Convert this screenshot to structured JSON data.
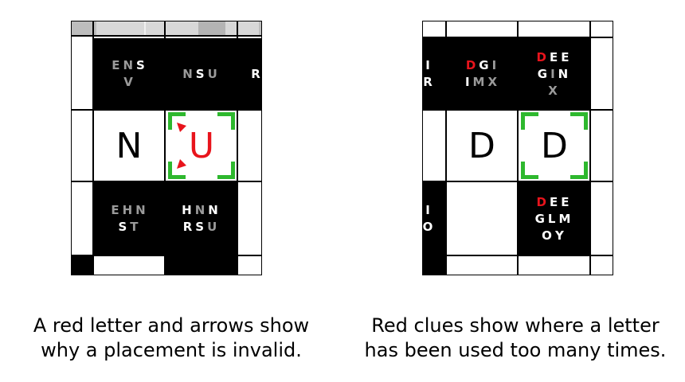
{
  "left_panel": {
    "clues": {
      "top_a": [
        "E",
        "N",
        "S",
        "V"
      ],
      "top_b": [
        "N",
        "S",
        "U"
      ],
      "top_c": [
        "R"
      ],
      "bottom_a": [
        "E",
        "H",
        "N",
        "S",
        "T"
      ],
      "bottom_b": [
        "H",
        "N",
        "N",
        "R",
        "S",
        "U"
      ]
    },
    "cells": {
      "placed": "N",
      "selected": "U"
    },
    "caption": [
      "A red letter and arrows show",
      "why a placement is invalid."
    ]
  },
  "right_panel": {
    "clues": {
      "top_a": [
        "I",
        "R"
      ],
      "top_b": [
        "D",
        "G",
        "I",
        "I",
        "M",
        "X"
      ],
      "top_c": [
        "D",
        "E",
        "E",
        "G",
        "I",
        "N",
        "X"
      ],
      "mid_a": [
        "I",
        "O"
      ],
      "bottom_c": [
        "D",
        "E",
        "E",
        "G",
        "L",
        "M",
        "O",
        "Y"
      ]
    },
    "cells": {
      "placed": "D",
      "selected": "D"
    },
    "caption": [
      "Red clues show where a letter",
      "has been used too many times."
    ]
  },
  "colors": {
    "letter": "#000000",
    "conflict": "#e8141c",
    "dimmed": "#9a9a9a",
    "selection": "#2eb82e",
    "clue_bg": "#000000"
  }
}
